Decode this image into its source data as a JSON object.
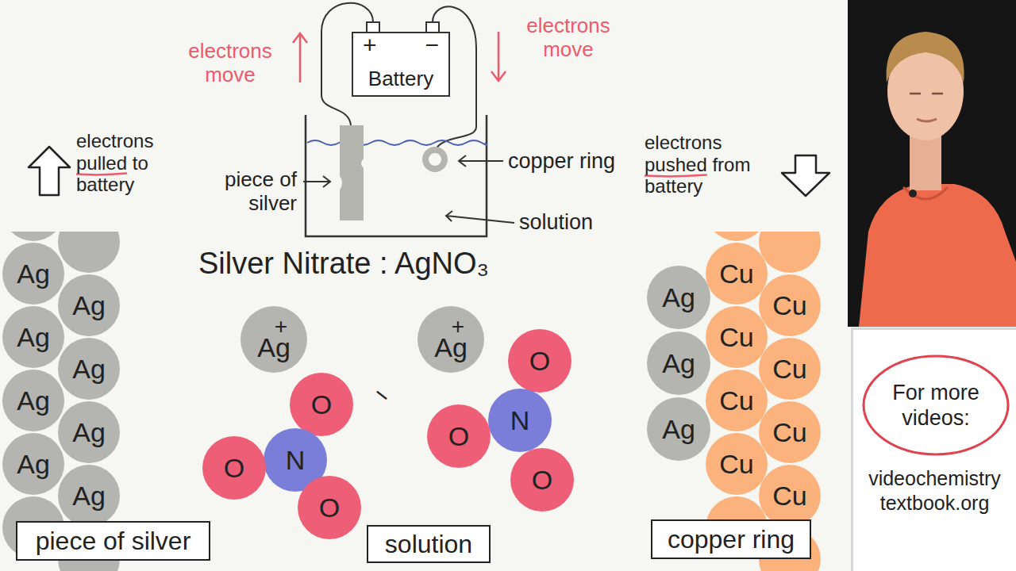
{
  "diagram": {
    "title": "Silver Nitrate : AgNO₃",
    "nodes": [
      {
        "text": [
          "+",
          "−",
          "Battery"
        ]
      },
      {
        "text": [
          "Ag"
        ]
      },
      {
        "text": [
          "Ag"
        ]
      },
      {
        "text": [
          "Ag"
        ]
      },
      {
        "text": [
          "Ag"
        ]
      },
      {
        "text": [
          "Ag"
        ]
      },
      {
        "text": [
          "Ag"
        ]
      },
      {
        "text": [
          "Ag"
        ]
      },
      {
        "text": [
          "Ag"
        ]
      },
      {
        "text": [
          "Ag",
          "+"
        ]
      },
      {
        "text": [
          "O"
        ]
      },
      {
        "text": [
          "N"
        ]
      },
      {
        "text": [
          "O"
        ]
      },
      {
        "text": [
          "O"
        ]
      },
      {
        "text": [
          "Ag",
          "+"
        ]
      },
      {
        "text": [
          "O"
        ]
      },
      {
        "text": [
          "N"
        ]
      },
      {
        "text": [
          "O"
        ]
      },
      {
        "text": [
          "O"
        ]
      },
      {
        "text": [
          "Ag"
        ]
      },
      {
        "text": [
          "Ag"
        ]
      },
      {
        "text": [
          "Ag"
        ]
      },
      {
        "text": [
          "Cu"
        ]
      },
      {
        "text": [
          "Cu"
        ]
      },
      {
        "text": [
          "Cu"
        ]
      },
      {
        "text": [
          "Cu"
        ]
      },
      {
        "text": [
          "Cu"
        ]
      },
      {
        "text": [
          "Cu"
        ]
      },
      {
        "text": [
          "Cu"
        ]
      },
      {
        "text": [
          "Cu"
        ]
      },
      {
        "text": [
          "piece of silver"
        ]
      },
      {
        "text": [
          "solution"
        ]
      },
      {
        "text": [
          "copper ring"
        ]
      },
      {
        "text": [
          "videochemistry textbook.org"
        ]
      },
      {
        "text": [
          "For more videos:"
        ],
        "in": 33
      }
    ],
    "labels": [
      "electrons move",
      "electrons move",
      "electrons pulled to battery",
      "electrons pushed from battery",
      "piece of silver",
      "copper ring",
      "solution",
      "−"
    ]
  }
}
